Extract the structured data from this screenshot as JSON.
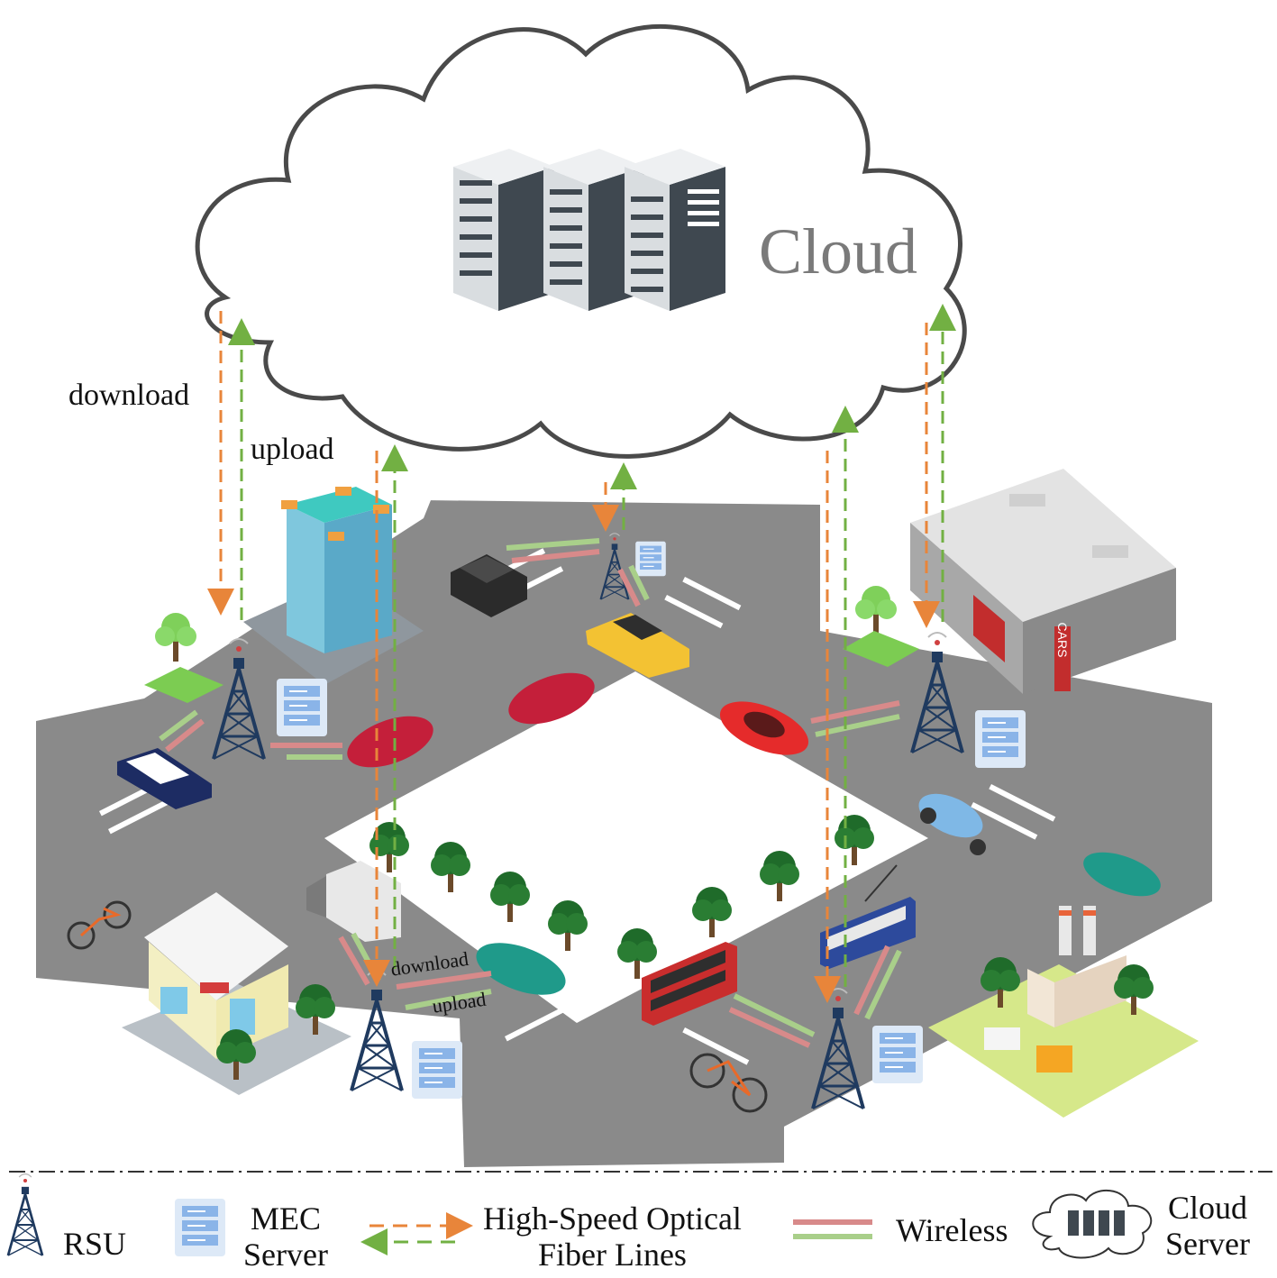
{
  "cloud": {
    "title": "Cloud"
  },
  "labels": {
    "download_main": "download",
    "upload_main": "upload",
    "download_small": "download",
    "upload_small": "upload",
    "shop_sign": "CARS"
  },
  "legend": {
    "rsu": "RSU",
    "mec_line1": "MEC",
    "mec_line2": "Server",
    "fiber_line1": "High-Speed Optical",
    "fiber_line2": "Fiber Lines",
    "wireless": "Wireless",
    "cloud_line1": "Cloud",
    "cloud_line2": "Server"
  },
  "colors": {
    "download_arrow": "#e8853a",
    "upload_arrow": "#72b043",
    "wireless_pink": "#d88a8a",
    "wireless_green": "#a9cf8a",
    "road": "#8a8a8a",
    "tower": "#1f3a5f",
    "mec": "#8ab4e8"
  }
}
